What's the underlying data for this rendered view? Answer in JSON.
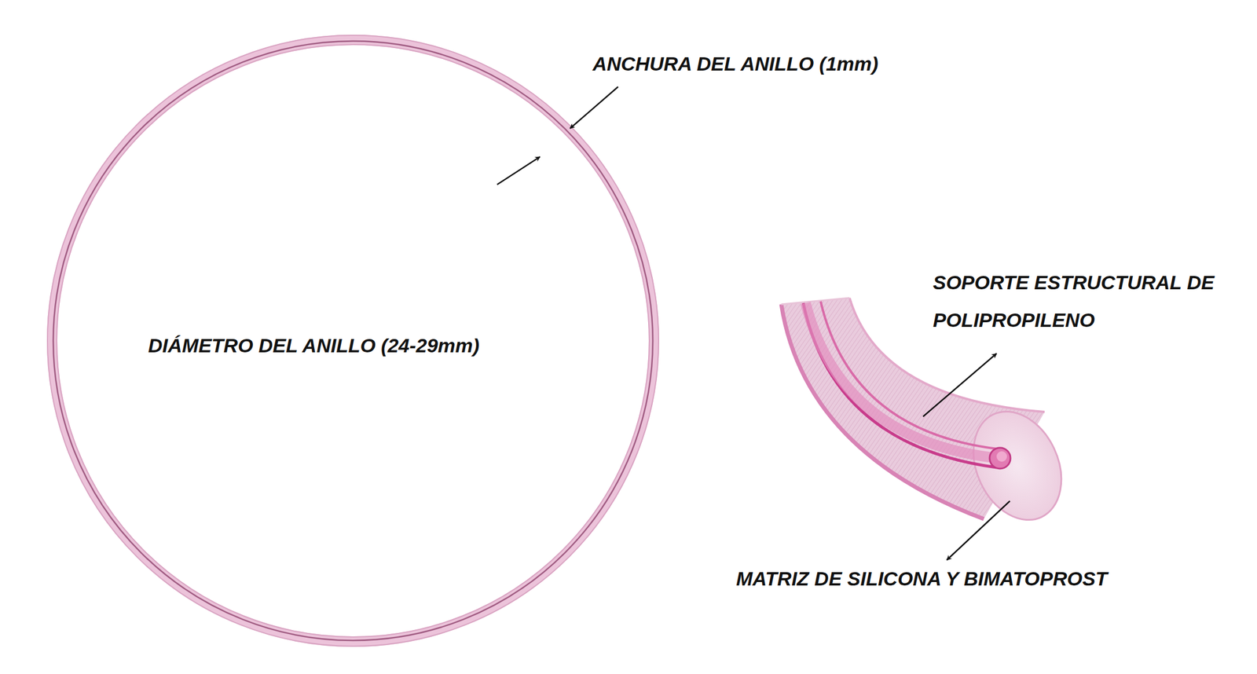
{
  "diagram": {
    "labels": [
      "ANCHURA DEL ANILLO (1mm)",
      "DIÁMETRO DEL ANILLO (24-29mm)",
      "SOPORTE ESTRUCTURAL DE POLIPROPILENO",
      "MATRIZ DE SILICONA Y BIMATOPROST"
    ]
  }
}
